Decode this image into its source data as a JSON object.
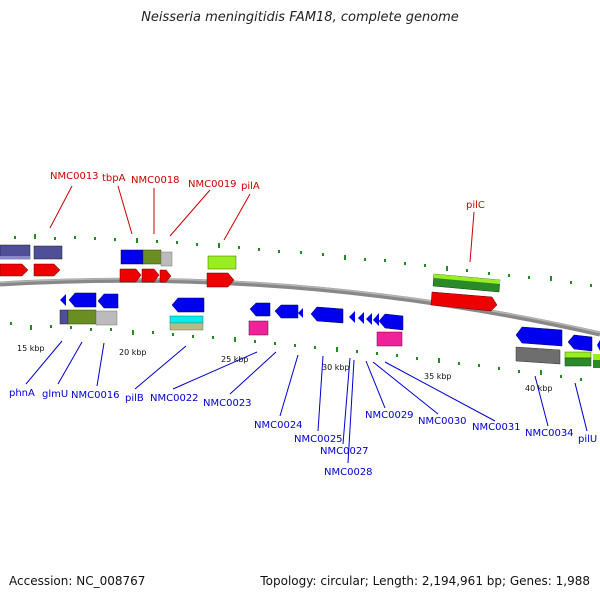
{
  "title": "Neisseria meningitidis FAM18, complete genome",
  "footer": {
    "accession": "Accession: NC_008767",
    "summary": "Topology: circular; Length: 2,194,961 bp; Genes: 1,988"
  },
  "scale_labels": [
    "15 kbp",
    "20 kbp",
    "25 kbp",
    "30 kbp",
    "35 kbp",
    "40 kbp"
  ],
  "top_labels": [
    "NMC0013",
    "tbpA",
    "NMC0018",
    "NMC0019",
    "pilA",
    "pilC"
  ],
  "bottom_labels": [
    "phnA",
    "glmU",
    "NMC0016",
    "pilB",
    "NMC0022",
    "NMC0023",
    "NMC0024",
    "NMC0025",
    "NMC0027",
    "NMC0028",
    "NMC0029",
    "NMC0030",
    "NMC0031",
    "NMC0034",
    "pilU"
  ],
  "colors": {
    "forward_gene": "#0000ee",
    "cds_red": "#ee0000",
    "purple": "#4e4e99",
    "olive": "#6b8e23",
    "lime": "#99ee22",
    "grey": "#bbbbbb",
    "cyan": "#00eeee",
    "magenta": "#ee2299",
    "tick": "#228b22",
    "backbone": "#888888",
    "top_label": "#cc0000",
    "bottom_label": "#0000cc"
  }
}
